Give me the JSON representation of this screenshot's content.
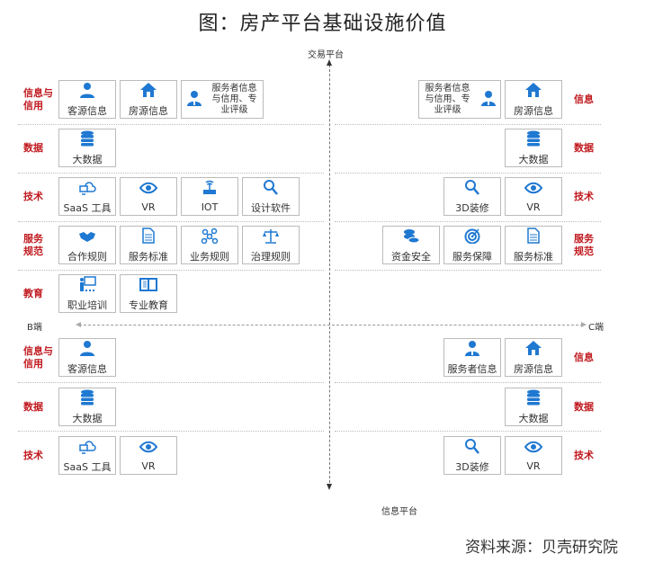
{
  "title": "图：房产平台基础设施价值",
  "axes": {
    "top": "交易平台",
    "bottom": "信息平台",
    "left": "B端",
    "right": "C端"
  },
  "source": "资料来源：贝壳研究院",
  "colors": {
    "accent": "#1f78d1",
    "category": "#c0191e"
  },
  "upper_left": [
    {
      "category": "信息与\n信用",
      "items": [
        {
          "label": "客源信息",
          "icon": "person-icon"
        },
        {
          "label": "房源信息",
          "icon": "house-icon"
        },
        {
          "label": "服务者信息与信用、专业评级",
          "icon": "agent-icon"
        }
      ]
    },
    {
      "category": "数据",
      "items": [
        {
          "label": "大数据",
          "icon": "database-icon"
        }
      ]
    },
    {
      "category": "技术",
      "items": [
        {
          "label": "SaaS 工具",
          "icon": "cloud-icon"
        },
        {
          "label": "VR",
          "icon": "eye-icon"
        },
        {
          "label": "IOT",
          "icon": "router-icon"
        },
        {
          "label": "设计软件",
          "icon": "search-icon"
        }
      ]
    },
    {
      "category": "服务\n规范",
      "items": [
        {
          "label": "合作规则",
          "icon": "handshake-icon"
        },
        {
          "label": "服务标准",
          "icon": "document-icon"
        },
        {
          "label": "业务规则",
          "icon": "network-icon"
        },
        {
          "label": "治理规则",
          "icon": "scale-icon"
        }
      ]
    },
    {
      "category": "教育",
      "items": [
        {
          "label": "职业培训",
          "icon": "teacher-icon"
        },
        {
          "label": "专业教育",
          "icon": "book-icon"
        }
      ]
    }
  ],
  "upper_right": [
    {
      "category": "信息",
      "items": [
        {
          "label": "房源信息",
          "icon": "house-icon"
        },
        {
          "label": "服务者信息与信用、专业评级",
          "icon": "agent-icon"
        }
      ]
    },
    {
      "category": "数据",
      "items": [
        {
          "label": "大数据",
          "icon": "database-icon"
        }
      ]
    },
    {
      "category": "技术",
      "items": [
        {
          "label": "VR",
          "icon": "eye-icon"
        },
        {
          "label": "3D装修",
          "icon": "search-icon"
        }
      ]
    },
    {
      "category": "服务\n规范",
      "items": [
        {
          "label": "服务标准",
          "icon": "document-icon"
        },
        {
          "label": "服务保障",
          "icon": "target-icon"
        },
        {
          "label": "资金安全",
          "icon": "coins-icon"
        }
      ]
    }
  ],
  "lower_left": [
    {
      "category": "信息与\n信用",
      "items": [
        {
          "label": "客源信息",
          "icon": "person-icon"
        }
      ]
    },
    {
      "category": "数据",
      "items": [
        {
          "label": "大数据",
          "icon": "database-icon"
        }
      ]
    },
    {
      "category": "技术",
      "items": [
        {
          "label": "SaaS 工具",
          "icon": "cloud-icon"
        },
        {
          "label": "VR",
          "icon": "eye-icon"
        }
      ]
    }
  ],
  "lower_right": [
    {
      "category": "信息",
      "items": [
        {
          "label": "房源信息",
          "icon": "house-icon"
        },
        {
          "label": "服务者信息",
          "icon": "agent-icon"
        }
      ]
    },
    {
      "category": "数据",
      "items": [
        {
          "label": "大数据",
          "icon": "database-icon"
        }
      ]
    },
    {
      "category": "技术",
      "items": [
        {
          "label": "VR",
          "icon": "eye-icon"
        },
        {
          "label": "3D装修",
          "icon": "search-icon"
        }
      ]
    }
  ]
}
